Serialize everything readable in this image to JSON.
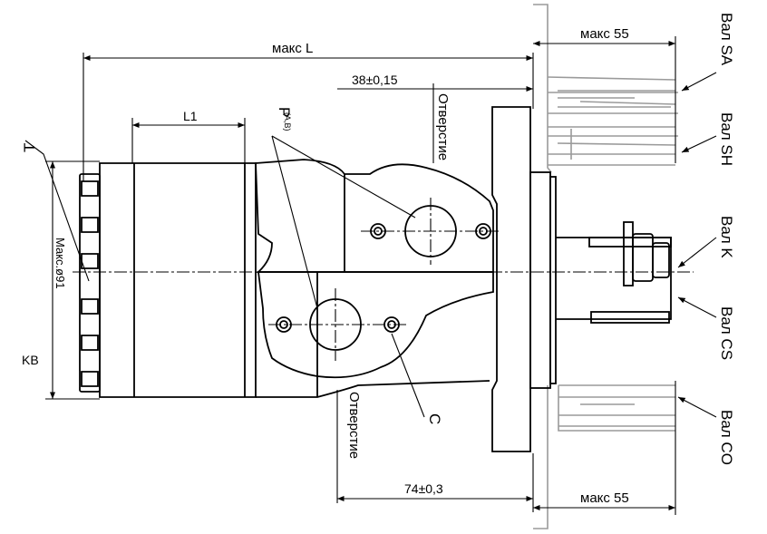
{
  "labels": {
    "max_L": "макс L",
    "max_55_top": "макс 55",
    "max_55_bottom": "макс 55",
    "dim_38": "38±0,15",
    "dim_74": "74±0,3",
    "L1": "L1",
    "T": "T",
    "P": "P",
    "P_sub": "(A,B)",
    "C": "C",
    "KB": "KB",
    "max_d91": "Макс.ø91",
    "hole_top": "Отверстие",
    "hole_bottom": "Отверстие"
  },
  "shafts": {
    "SA": "Вал SA",
    "SH": "Вал SH",
    "K": "Вал K",
    "CS": "Вал CS",
    "CO": "Вал CO"
  },
  "colors": {
    "line": "#000000",
    "shaft_outline": "#9a9a9a"
  }
}
